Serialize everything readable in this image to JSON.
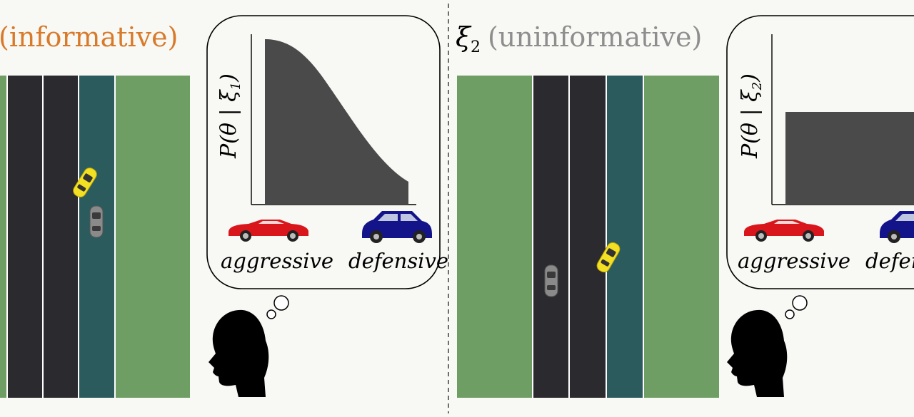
{
  "left_panel": {
    "title": "(informative)",
    "title_color": "#d97a2b",
    "ylabel_prefix": "P(θ | ξ",
    "ylabel_sub": "1",
    "ylabel_suffix": ")",
    "label_aggressive": "aggressive",
    "label_defensive": "defensive"
  },
  "right_panel": {
    "title_symbol": "ξ",
    "title_sub": "2",
    "title": "(uninformative)",
    "title_color": "#8e8e8e",
    "ylabel_prefix": "P(θ | ξ",
    "ylabel_sub": "2",
    "ylabel_suffix": ")",
    "label_aggressive": "aggressive",
    "label_defensive": "defen"
  },
  "colors": {
    "grass": "#6f9e64",
    "road": "#2b2a2f",
    "lane_teal": "#2c5b5e",
    "lane_line": "#ffffff",
    "distribution_fill": "#4a4a4a",
    "car_yellow": "#f4e023",
    "car_gray": "#8a8a8a",
    "car_red": "#d8161b",
    "car_blue": "#14148a",
    "divider": "#333333"
  }
}
